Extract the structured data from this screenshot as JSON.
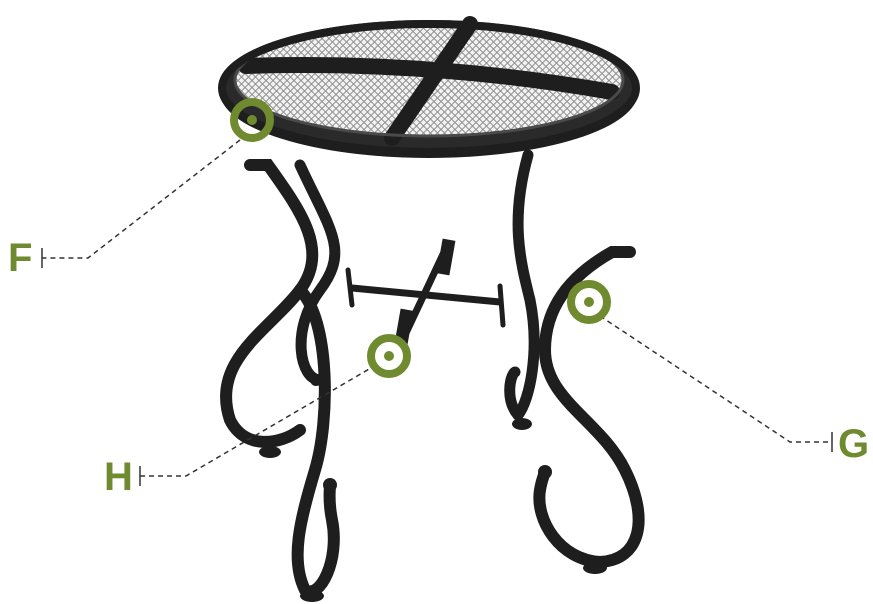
{
  "colors": {
    "accent": "#6f8a2f",
    "frame": "#1e1e1e",
    "frame_highlight": "#4a4a4a",
    "mesh": "#8a8a8a",
    "mesh_bg": "#f2f2f2",
    "leader_line": "#333333"
  },
  "callouts": [
    {
      "label": "F",
      "part": "table-top"
    },
    {
      "label": "G",
      "part": "right-front-leg"
    },
    {
      "label": "H",
      "part": "cross-brace"
    }
  ]
}
